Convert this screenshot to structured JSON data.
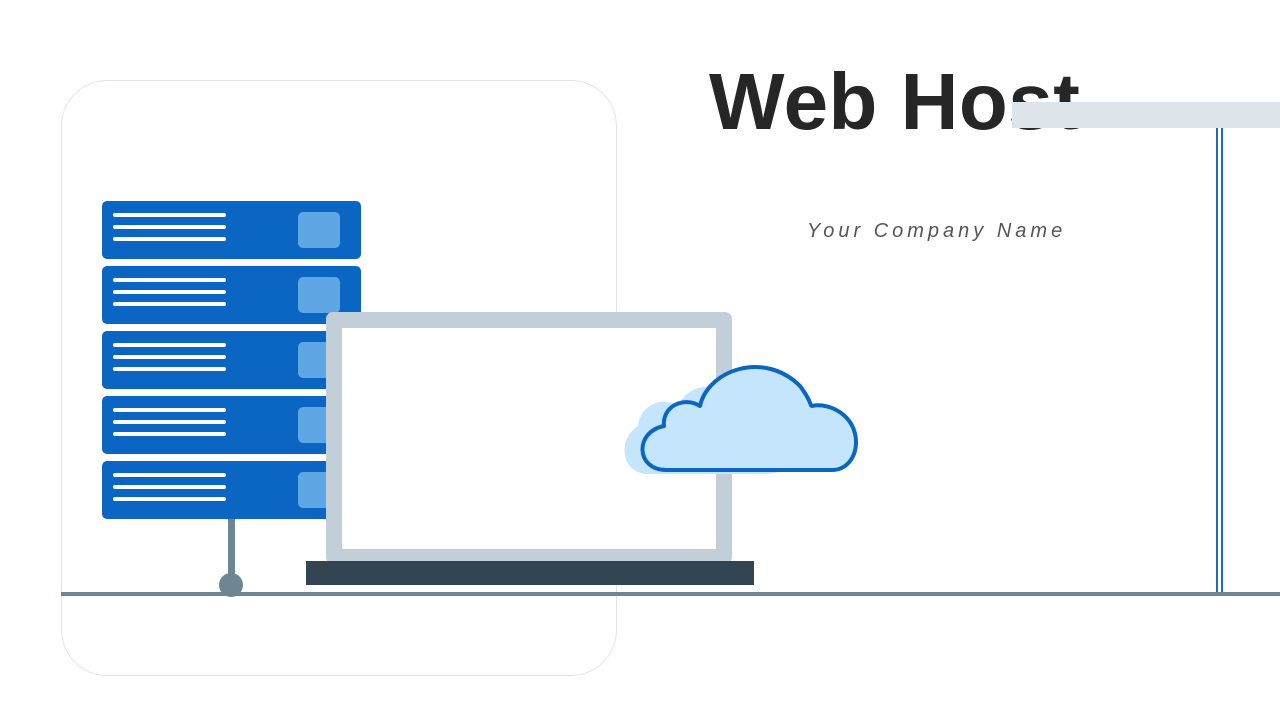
{
  "slide": {
    "title": "Web Host",
    "subtitle": "Your Company Name"
  },
  "colors": {
    "server_blue": "#0a66c2",
    "server_led": "#5ea7e4",
    "laptop_frame": "#c3cfd8",
    "laptop_base": "#334452",
    "cloud_fill": "#c5e5fc",
    "cloud_stroke": "#0a66c2",
    "ground_line": "#6e8593",
    "accent_line": "#1f6fb2",
    "title_text": "#262626"
  },
  "illustration": {
    "server_units": 5,
    "icons": [
      "server-rack-icon",
      "laptop-icon",
      "cloud-icon"
    ]
  }
}
